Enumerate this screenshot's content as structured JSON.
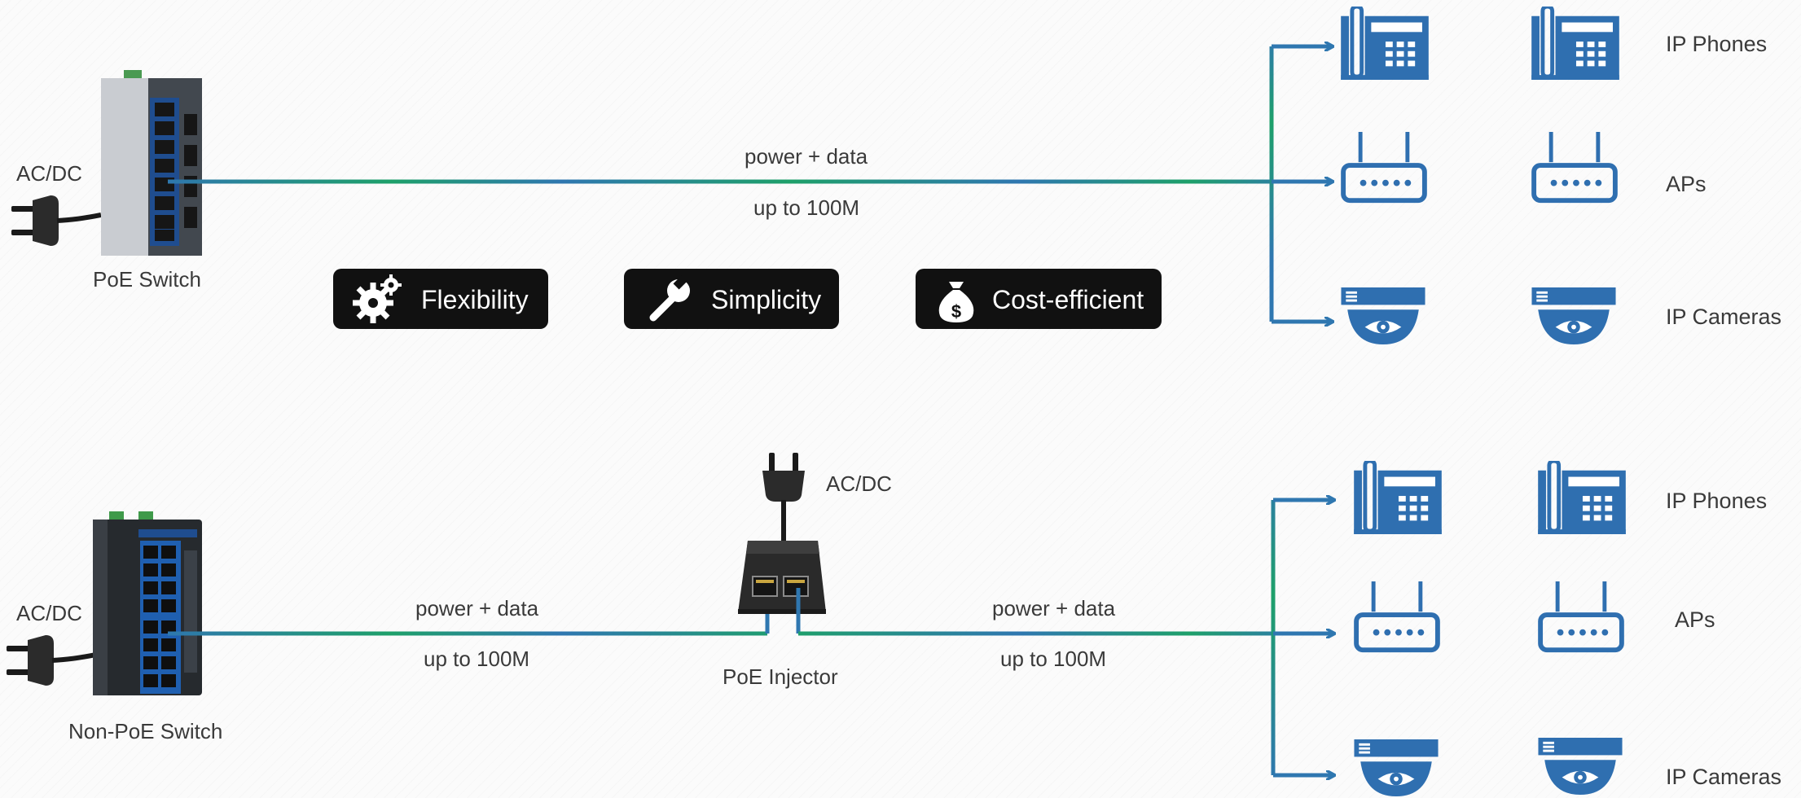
{
  "top": {
    "power_label": "AC/DC",
    "switch_label": "PoE Switch",
    "link_label": "power + data",
    "speed_label": "up to 100M",
    "features": [
      {
        "label": "Flexibility",
        "icon": "gears-icon"
      },
      {
        "label": "Simplicity",
        "icon": "wrench-icon"
      },
      {
        "label": "Cost-efficient",
        "icon": "money-bag-icon"
      }
    ],
    "devices": [
      "IP Phones",
      "APs",
      "IP Cameras"
    ]
  },
  "bottom": {
    "power_label": "AC/DC",
    "switch_label": "Non-PoE Switch",
    "injector_power_label": "AC/DC",
    "injector_label": "PoE Injector",
    "left_link_label": "power + data",
    "left_speed_label": "up to 100M",
    "right_link_label": "power + data",
    "right_speed_label": "up to 100M",
    "devices": [
      "IP Phones",
      "APs",
      "IP Cameras"
    ]
  },
  "colors": {
    "device_blue": "#2f6fb0",
    "line_blue": "#2f77b0",
    "line_green": "#1ea06a",
    "button_bg": "#111111"
  }
}
